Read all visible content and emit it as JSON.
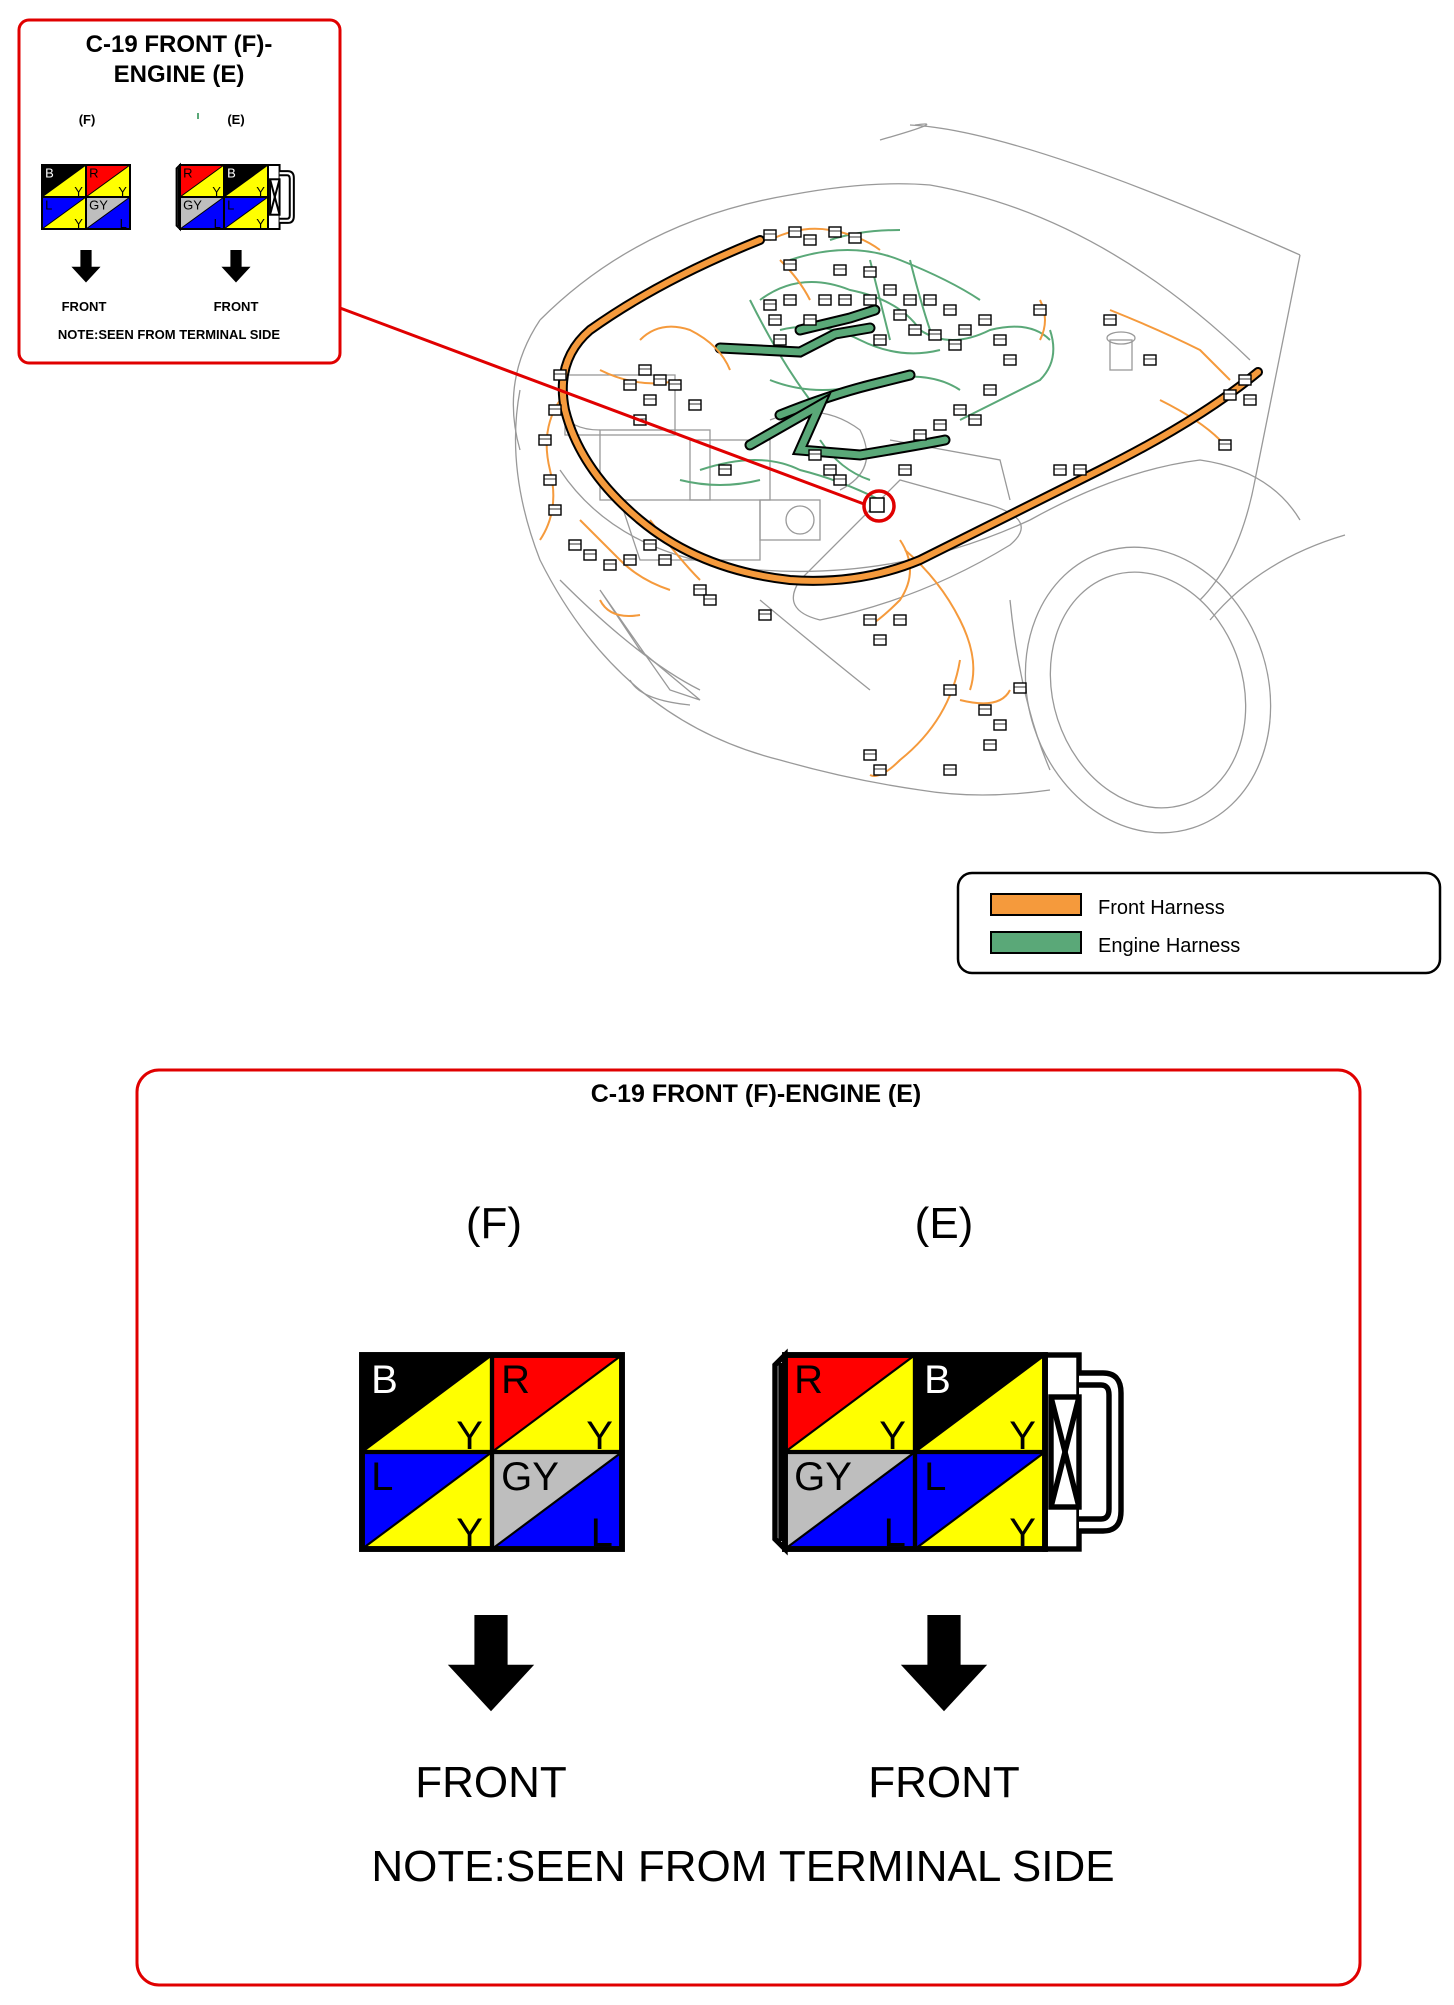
{
  "colors": {
    "front_harness": "#f59a3c",
    "engine_harness": "#5aa878",
    "callout_red": "#e00000",
    "wire_black": "#000000",
    "wire_red": "#ff0000",
    "wire_yellow": "#ffff00",
    "wire_blue": "#0000ff",
    "wire_gray": "#bebebe"
  },
  "small_callout": {
    "title_line1": "C-19 FRONT (F)-",
    "title_line2": "ENGINE (E)",
    "f_label": "(F)",
    "e_label": "(E)",
    "f_arrow_label": "FRONT",
    "e_arrow_label": "FRONT",
    "note": "NOTE:SEEN FROM TERMINAL SIDE"
  },
  "legend": {
    "front_harness_label": "Front Harness",
    "engine_harness_label": "Engine Harness"
  },
  "detail": {
    "title": "C-19 FRONT (F)-ENGINE (E)",
    "f_label": "(F)",
    "e_label": "(E)",
    "f_arrow_label": "FRONT",
    "e_arrow_label": "FRONT",
    "note": "NOTE:SEEN FROM TERMINAL SIDE"
  },
  "connector_f": {
    "pins": [
      {
        "top": "B",
        "bottom": "Y",
        "top_color": "black",
        "bottom_color": "yellow"
      },
      {
        "top": "R",
        "bottom": "Y",
        "top_color": "red",
        "bottom_color": "yellow"
      },
      {
        "top": "L",
        "bottom": "Y",
        "top_color": "blue",
        "bottom_color": "yellow"
      },
      {
        "top": "GY",
        "bottom": "L",
        "top_color": "gray",
        "bottom_color": "blue"
      }
    ]
  },
  "connector_e": {
    "pins": [
      {
        "top": "R",
        "bottom": "Y",
        "top_color": "red",
        "bottom_color": "yellow"
      },
      {
        "top": "B",
        "bottom": "Y",
        "top_color": "black",
        "bottom_color": "yellow"
      },
      {
        "top": "GY",
        "bottom": "L",
        "top_color": "gray",
        "bottom_color": "blue"
      },
      {
        "top": "L",
        "bottom": "Y",
        "top_color": "blue",
        "bottom_color": "yellow"
      }
    ]
  }
}
